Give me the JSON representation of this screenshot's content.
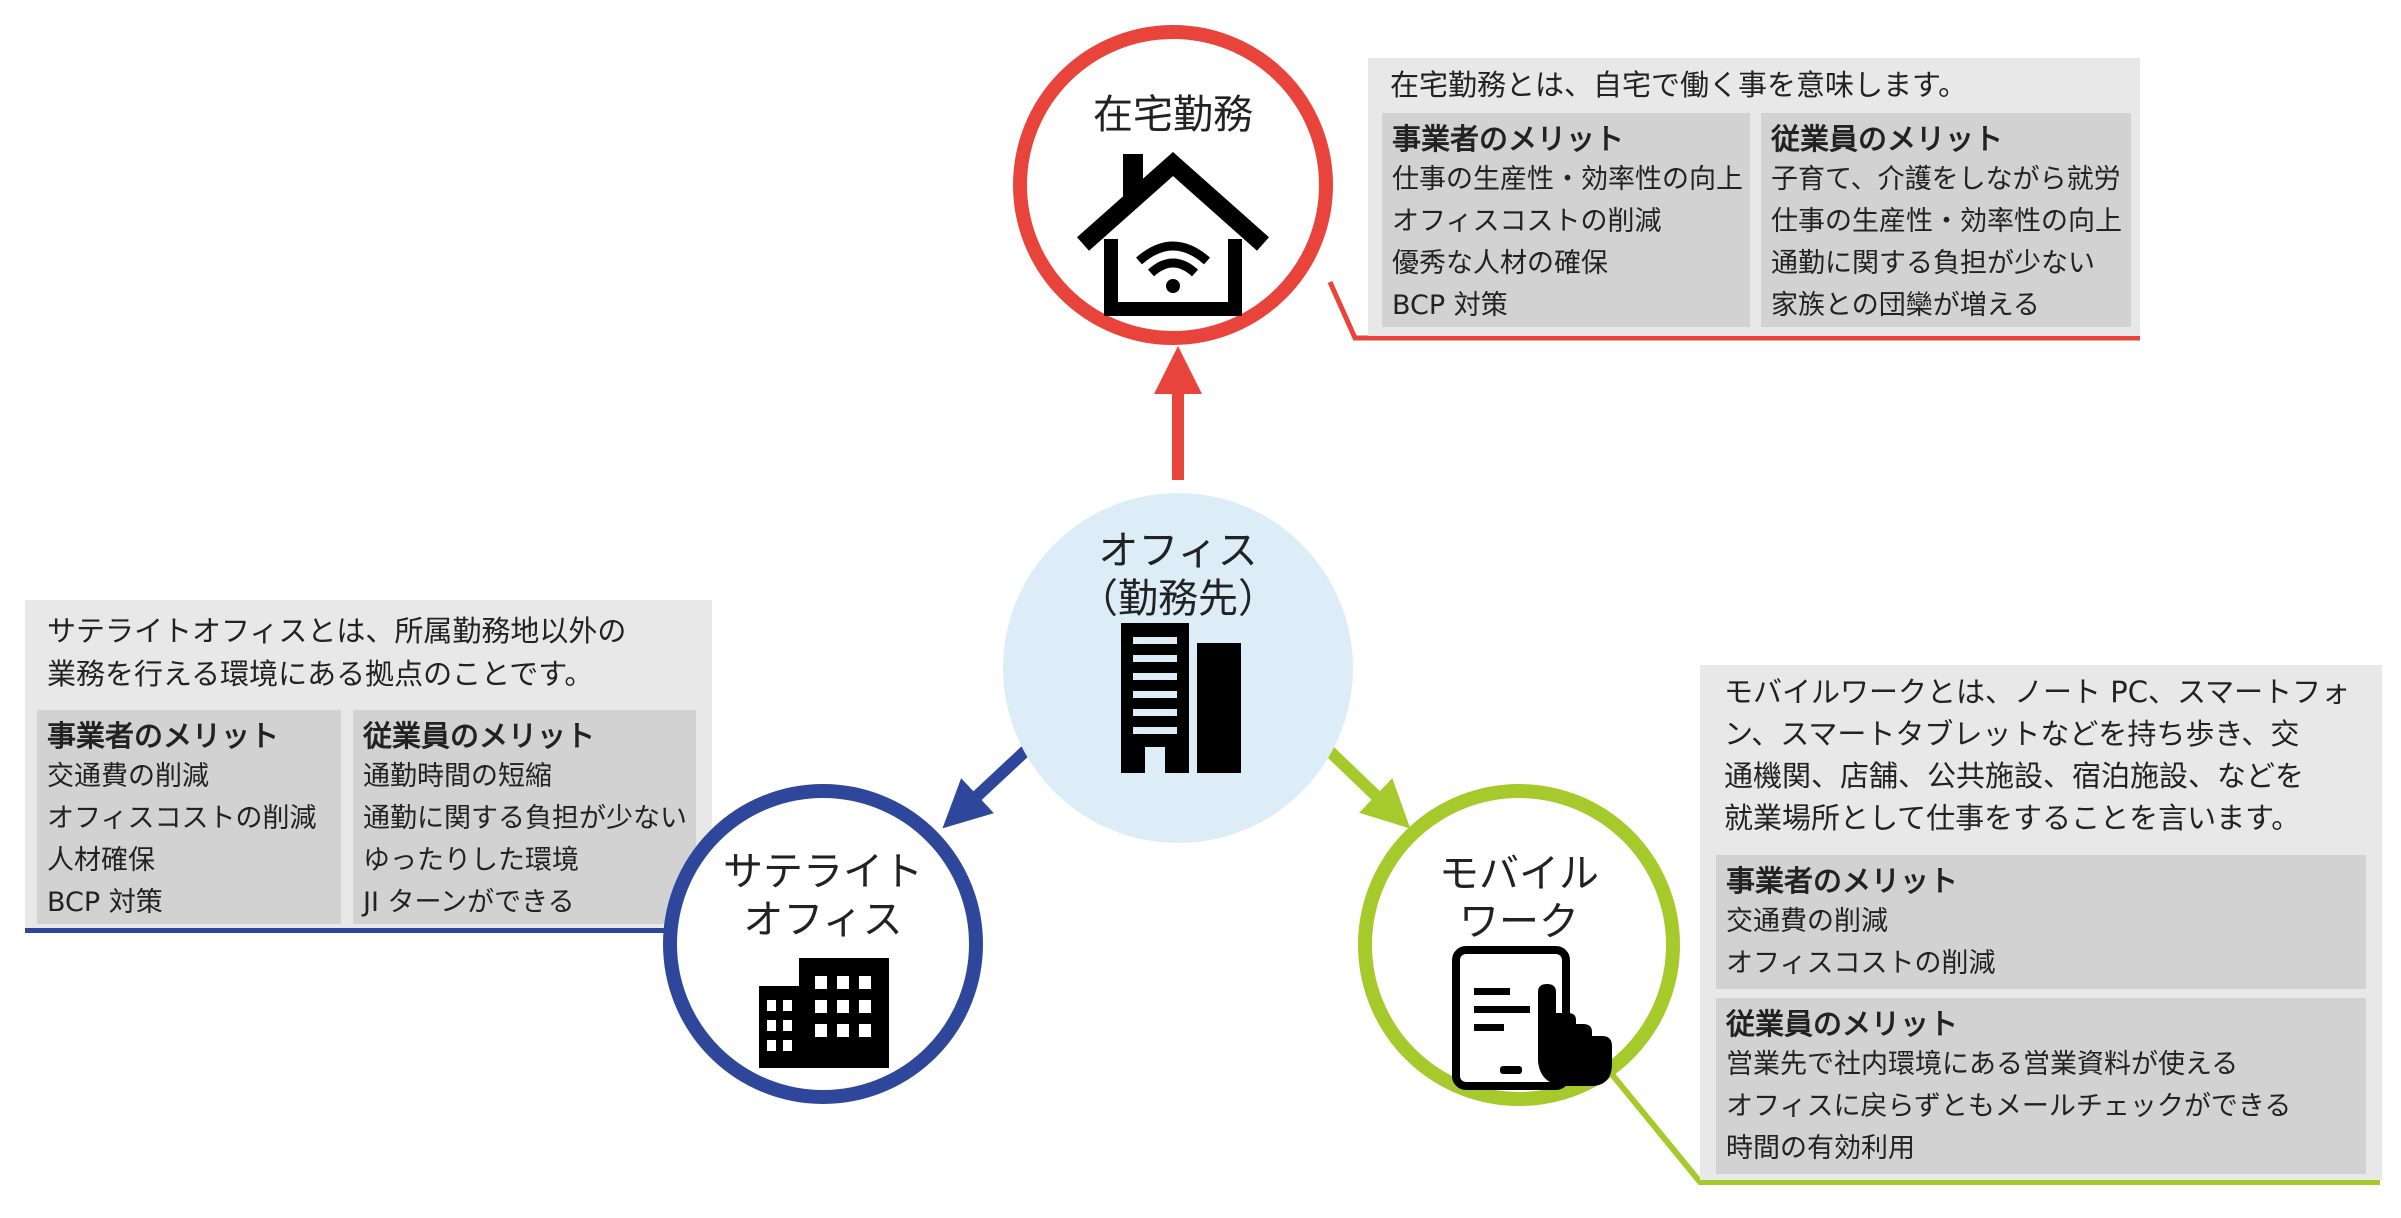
{
  "center": {
    "title_line1": "オフィス",
    "title_line2": "（勤務先）",
    "icon": "office-building-icon"
  },
  "telework": {
    "title": "在宅勤務",
    "icon": "home-wifi-icon",
    "color": "#e8443c",
    "intro": "在宅勤務とは、自宅で働く事を意味します。",
    "employer": {
      "heading": "事業者のメリット",
      "items": [
        "仕事の生産性・効率性の向上",
        "オフィスコストの削減",
        "優秀な人材の確保",
        "BCP 対策"
      ]
    },
    "employee": {
      "heading": "従業員のメリット",
      "items": [
        "子育て、介護をしながら就労",
        "仕事の生産性・効率性の向上",
        "通勤に関する負担が少ない",
        "家族との団欒が増える"
      ]
    }
  },
  "satellite": {
    "title_line1": "サテライト",
    "title_line2": "オフィス",
    "icon": "building-icon",
    "color": "#2e479b",
    "intro_line1": "サテライトオフィスとは、所属勤務地以外の",
    "intro_line2": "業務を行える環境にある拠点のことです。",
    "employer": {
      "heading": "事業者のメリット",
      "items": [
        "交通費の削減",
        "オフィスコストの削減",
        "人材確保",
        "BCP 対策"
      ]
    },
    "employee": {
      "heading": "従業員のメリット",
      "items": [
        "通勤時間の短縮",
        "通勤に関する負担が少ない",
        "ゆったりした環境",
        "JI ターンができる"
      ]
    }
  },
  "mobile": {
    "title_line1": "モバイル",
    "title_line2": "ワーク",
    "icon": "tablet-touch-icon",
    "color": "#a6c92b",
    "intro_lines": [
      "モバイルワークとは、ノート PC、スマートフォ",
      "ン、スマートタブレットなどを持ち歩き、交",
      "通機関、店舗、公共施設、宿泊施設、などを",
      "就業場所として仕事をすることを言います。"
    ],
    "employer": {
      "heading": "事業者のメリット",
      "items": [
        "交通費の削減",
        "オフィスコストの削減"
      ]
    },
    "employee": {
      "heading": "従業員のメリット",
      "items": [
        "営業先で社内環境にある営業資料が使える",
        "オフィスに戻らずともメールチェックができる",
        "時間の有効利用"
      ]
    }
  }
}
